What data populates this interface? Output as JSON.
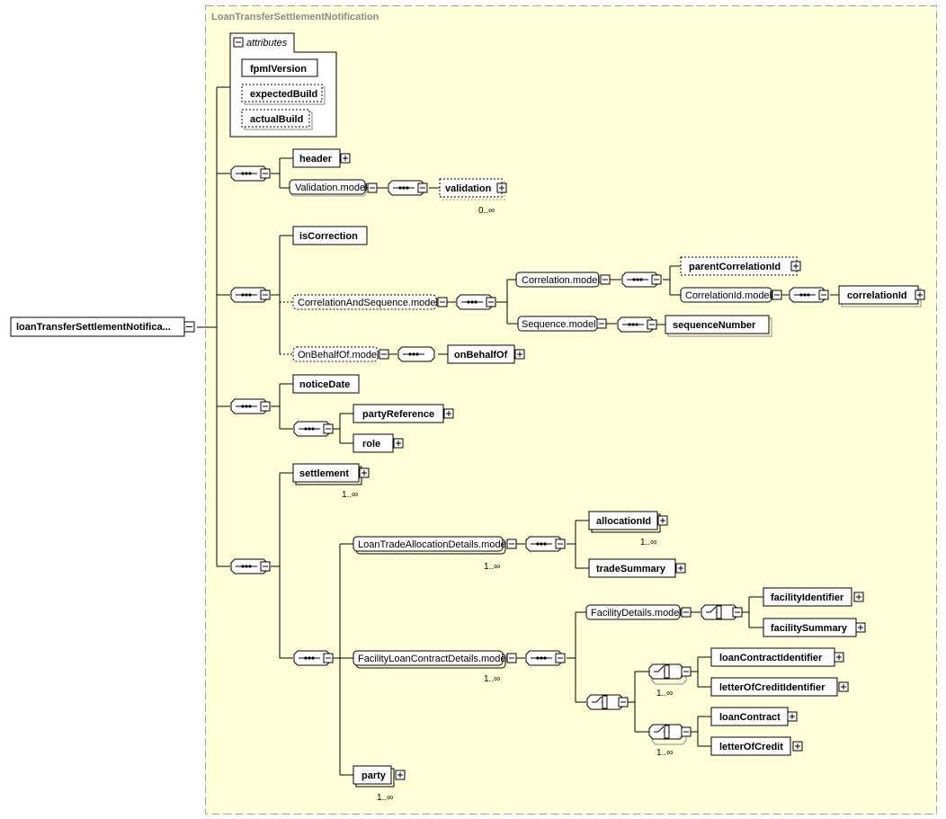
{
  "diagram": {
    "root": "loanTransferSettlementNotifica...",
    "complex_type": "LoanTransferSettlementNotification",
    "attributes": {
      "label": "attributes",
      "items": [
        "fpmlVersion",
        "expectedBuild",
        "actualBuild"
      ]
    },
    "header": "header",
    "validation_model": "Validation.model",
    "validation": "validation",
    "validation_card": "0..∞",
    "is_correction": "isCorrection",
    "correlation_and_sequence_model": "CorrelationAndSequence.model",
    "correlation_model": "Correlation.model",
    "parent_correlation_id": "parentCorrelationId",
    "correlation_id_model": "CorrelationId.model",
    "correlation_id": "correlationId",
    "sequence_model": "Sequence.model",
    "sequence_number": "sequenceNumber",
    "on_behalf_of_model": "OnBehalfOf.model",
    "on_behalf_of": "onBehalfOf",
    "notice_date": "noticeDate",
    "party_reference": "partyReference",
    "role": "role",
    "settlement": "settlement",
    "settlement_card": "1..∞",
    "loan_trade_allocation_details_model": "LoanTradeAllocationDetails.model",
    "loan_trade_allocation_details_card": "1..∞",
    "allocation_id": "allocationId",
    "allocation_id_card": "1..∞",
    "trade_summary": "tradeSummary",
    "facility_loan_contract_details_model": "FacilityLoanContractDetails.model",
    "facility_loan_contract_details_card": "1..∞",
    "facility_details_model": "FacilityDetails.model",
    "facility_identifier": "facilityIdentifier",
    "facility_summary": "facilitySummary",
    "choice_a_card": "1..∞",
    "loan_contract_identifier": "loanContractIdentifier",
    "letter_of_credit_identifier": "letterOfCreditIdentifier",
    "choice_b_card": "1..∞",
    "loan_contract": "loanContract",
    "letter_of_credit": "letterOfCredit",
    "party": "party",
    "party_card": "1..∞"
  },
  "colors": {
    "type_bg": "#ffffd8",
    "type_border": "#a0a0a0",
    "line": "#000000",
    "title": "#8a8a8a"
  }
}
